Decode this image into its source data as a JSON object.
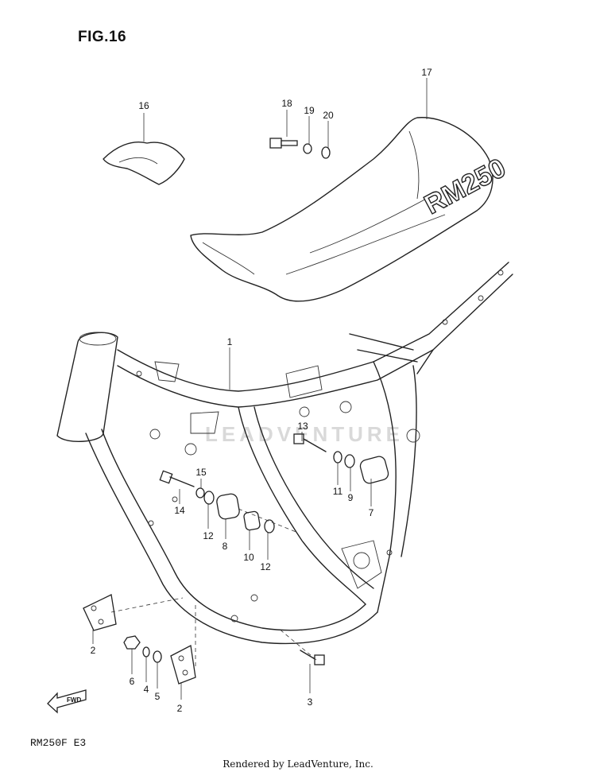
{
  "figure": {
    "title": "FIG.16",
    "model_code": "RM250F E3"
  },
  "footer": {
    "rendered_by": "Rendered by LeadVenture, Inc."
  },
  "watermark": {
    "text": "LEADVENTURE"
  },
  "seat_logo": {
    "text": "RM250"
  },
  "fwd_arrow": {
    "text": "FWD"
  },
  "callouts": [
    "1",
    "2",
    "2",
    "3",
    "4",
    "5",
    "6",
    "7",
    "8",
    "9",
    "10",
    "11",
    "12",
    "12",
    "13",
    "14",
    "15",
    "16",
    "17",
    "18",
    "19",
    "20"
  ]
}
